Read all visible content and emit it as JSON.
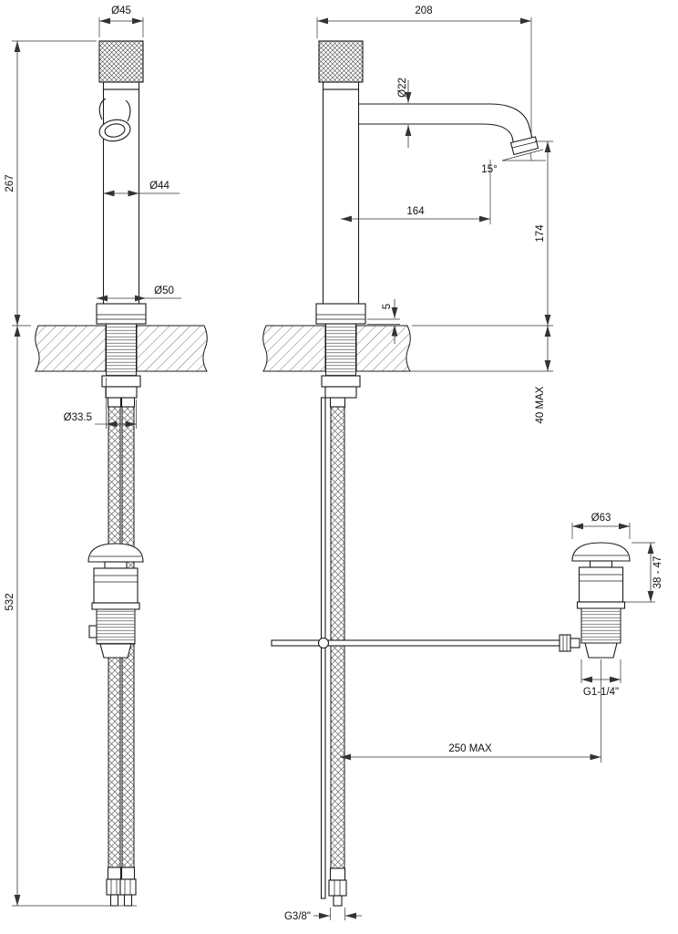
{
  "dims": {
    "dia45": "Ø45",
    "d208": "208",
    "d267": "267",
    "dia44": "Ø44",
    "dia22": "Ø22",
    "ang15": "15°",
    "d164": "164",
    "d174": "174",
    "dia50": "Ø50",
    "d5": "5",
    "d40max": "40 MAX",
    "dia335": "Ø33.5",
    "d532": "532",
    "dia63": "Ø63",
    "d3847": "38 - 47",
    "g114": "G1-1/4\"",
    "d250max": "250 MAX",
    "g38": "G3/8\""
  }
}
